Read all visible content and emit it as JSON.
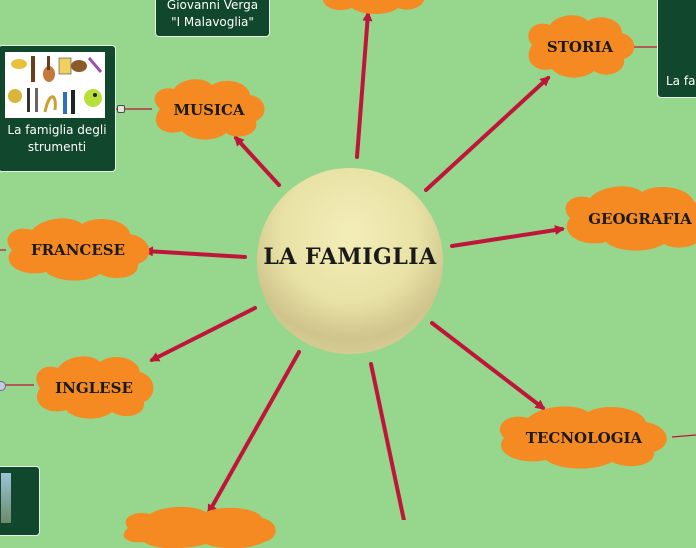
{
  "center": {
    "label": "LA FAMIGLIA"
  },
  "branches": [
    {
      "id": "musica",
      "label": "MUSICA"
    },
    {
      "id": "storia",
      "label": "STORIA"
    },
    {
      "id": "geografia",
      "label": "GEOGRAFIA"
    },
    {
      "id": "francese",
      "label": "FRANCESE"
    },
    {
      "id": "inglese",
      "label": "INGLESE"
    },
    {
      "id": "tecnologia",
      "label": "TECNOLOGIA"
    }
  ],
  "notes": {
    "verga": {
      "line1": "Giovanni Verga",
      "line2": "\"I Malavoglia\""
    },
    "strumenti": {
      "line1": "La famiglia degli",
      "line2": "strumenti"
    },
    "storia_note": {
      "text": "La fa"
    }
  },
  "colors": {
    "background": "#97d68d",
    "cloud": "#f58a22",
    "arrow": "#c0153a",
    "note_box": "#11472c"
  }
}
